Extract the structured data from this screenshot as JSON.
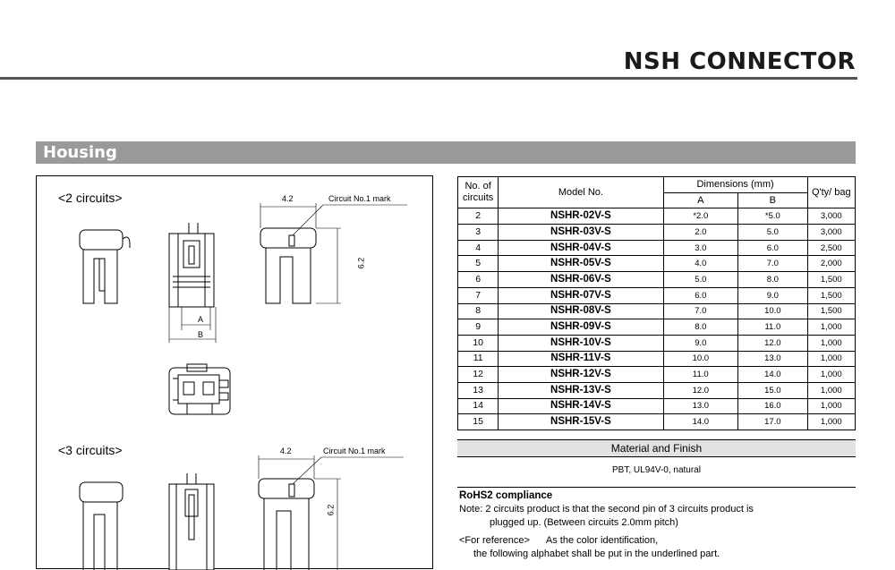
{
  "header": {
    "title": "NSH CONNECTOR"
  },
  "section": {
    "title": "Housing"
  },
  "drawings": {
    "two": {
      "label": "<2 circuits>",
      "dim_top": "4.2",
      "mark": "Circuit No.1 mark",
      "dim_side": "6.2",
      "dim_a": "A",
      "dim_b": "B"
    },
    "three": {
      "label": "<3 circuits>",
      "dim_top": "4.2",
      "mark": "Circuit No.1 mark",
      "dim_side": "6.2"
    }
  },
  "table": {
    "headers": {
      "circuits": "No. of circuits",
      "model": "Model No.",
      "dims": "Dimensions (mm)",
      "a": "A",
      "b": "B",
      "qty": "Q'ty/ bag"
    },
    "rows": [
      {
        "n": "2",
        "model": "NSHR-02V-S",
        "a": "*2.0",
        "b": "*5.0",
        "q": "3,000"
      },
      {
        "n": "3",
        "model": "NSHR-03V-S",
        "a": "2.0",
        "b": "5.0",
        "q": "3,000"
      },
      {
        "n": "4",
        "model": "NSHR-04V-S",
        "a": "3.0",
        "b": "6.0",
        "q": "2,500"
      },
      {
        "n": "5",
        "model": "NSHR-05V-S",
        "a": "4.0",
        "b": "7.0",
        "q": "2,000"
      },
      {
        "n": "6",
        "model": "NSHR-06V-S",
        "a": "5.0",
        "b": "8.0",
        "q": "1,500"
      },
      {
        "n": "7",
        "model": "NSHR-07V-S",
        "a": "6.0",
        "b": "9.0",
        "q": "1,500"
      },
      {
        "n": "8",
        "model": "NSHR-08V-S",
        "a": "7.0",
        "b": "10.0",
        "q": "1,500"
      },
      {
        "n": "9",
        "model": "NSHR-09V-S",
        "a": "8.0",
        "b": "11.0",
        "q": "1,000"
      },
      {
        "n": "10",
        "model": "NSHR-10V-S",
        "a": "9.0",
        "b": "12.0",
        "q": "1,000"
      },
      {
        "n": "11",
        "model": "NSHR-11V-S",
        "a": "10.0",
        "b": "13.0",
        "q": "1,000"
      },
      {
        "n": "12",
        "model": "NSHR-12V-S",
        "a": "11.0",
        "b": "14.0",
        "q": "1,000"
      },
      {
        "n": "13",
        "model": "NSHR-13V-S",
        "a": "12.0",
        "b": "15.0",
        "q": "1,000"
      },
      {
        "n": "14",
        "model": "NSHR-14V-S",
        "a": "13.0",
        "b": "16.0",
        "q": "1,000"
      },
      {
        "n": "15",
        "model": "NSHR-15V-S",
        "a": "14.0",
        "b": "17.0",
        "q": "1,000"
      }
    ]
  },
  "material": {
    "heading": "Material and Finish",
    "text": "PBT, UL94V-0, natural"
  },
  "notes": {
    "rohs": "RoHS2 compliance",
    "note_line1": "Note: 2 circuits product is that the second pin of 3 circuits product is",
    "note_line2": "plugged up. (Between circuits 2.0mm pitch)",
    "ref_tag": "<For reference>",
    "ref_line1": "As the color identification,",
    "ref_line2": "the following alphabet shall be put in the underlined part."
  }
}
